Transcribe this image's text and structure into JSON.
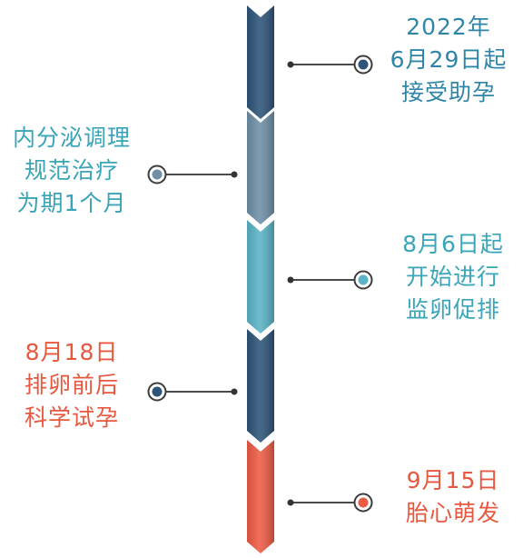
{
  "colors": {
    "navy": "#2e5479",
    "slate": "#6e8fa6",
    "teal": "#5ab3c6",
    "coral": "#ee5b45",
    "text_navy": "#2f85a8",
    "text_teal": "#3aa4b8",
    "text_coral": "#e7583f",
    "connector": "#4a4a4a"
  },
  "steps": [
    {
      "side": "right",
      "lines": [
        "2022年",
        "6月29日起",
        "接受助孕"
      ],
      "color_key": "navy",
      "text_color_key": "text_navy"
    },
    {
      "side": "left",
      "lines": [
        "内分泌调理",
        "规范治疗",
        "为期1个月"
      ],
      "color_key": "slate",
      "text_color_key": "text_teal"
    },
    {
      "side": "right",
      "lines": [
        "8月6日起",
        "开始进行",
        "监卵促排"
      ],
      "color_key": "teal",
      "text_color_key": "text_teal"
    },
    {
      "side": "left",
      "lines": [
        "8月18日",
        "排卵前后",
        "科学试孕"
      ],
      "color_key": "navy",
      "text_color_key": "text_coral"
    },
    {
      "side": "right",
      "lines": [
        "9月15日",
        "胎心萌发"
      ],
      "color_key": "coral",
      "text_color_key": "text_coral"
    }
  ]
}
